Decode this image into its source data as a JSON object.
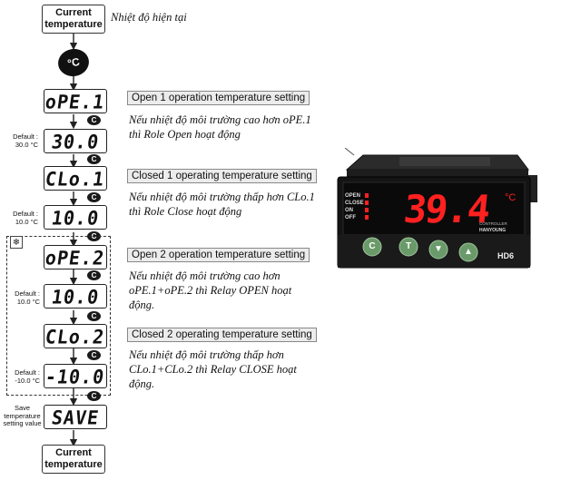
{
  "flow": {
    "start_box": "Current temperature",
    "start_note": "Nhiệt độ hiện tại",
    "knob_label": "°C",
    "c_button": "C",
    "end_box": "Current temperature",
    "save_label": "Save temperature setting value",
    "save_display": "SAVE"
  },
  "steps": [
    {
      "display": "oPE.1",
      "title": "Open 1 operation temperature setting",
      "note": "Nếu nhiệt độ môi trường cao hơn oPE.1 thì Role Open hoạt động",
      "default_label": "Default :",
      "default_value": "30.0 °C",
      "value_display": "30.0"
    },
    {
      "display": "CLo.1",
      "title": "Closed 1 operating temperature setting",
      "note": "Nếu nhiệt độ môi trường thấp hơn CLo.1 thì Role Close hoạt động",
      "default_label": "Default :",
      "default_value": "10.0 °C",
      "value_display": "10.0"
    },
    {
      "display": "oPE.2",
      "title": "Open 2 operation temperature setting",
      "note": "Nếu nhiệt độ môi trường cao hơn oPE.1+oPE.2 thì Relay OPEN hoạt động.",
      "default_label": "Default :",
      "default_value": "10.0 °C",
      "value_display": "10.0"
    },
    {
      "display": "CLo.2",
      "title": "Closed 2 operating temperature setting",
      "note": "Nếu nhiệt độ môi trường thấp hơn CLo.1+CLo.2 thì Relay CLOSE hoạt động.",
      "default_label": "Default :",
      "default_value": "-10.0 °C",
      "value_display": "-10.0"
    }
  ],
  "controller": {
    "reading": "39.4",
    "unit": "°C",
    "indicators": [
      "OPEN",
      "CLOSE",
      "ON",
      "OFF"
    ],
    "buttons": [
      "C",
      "T",
      "▼",
      "▲"
    ],
    "model": "HD6",
    "brand": "HANYOUNG",
    "brand_sub": "CONTROLLER"
  },
  "colors": {
    "led": "#ff2020",
    "panel": "#141414",
    "button": "#6a9a6a"
  }
}
